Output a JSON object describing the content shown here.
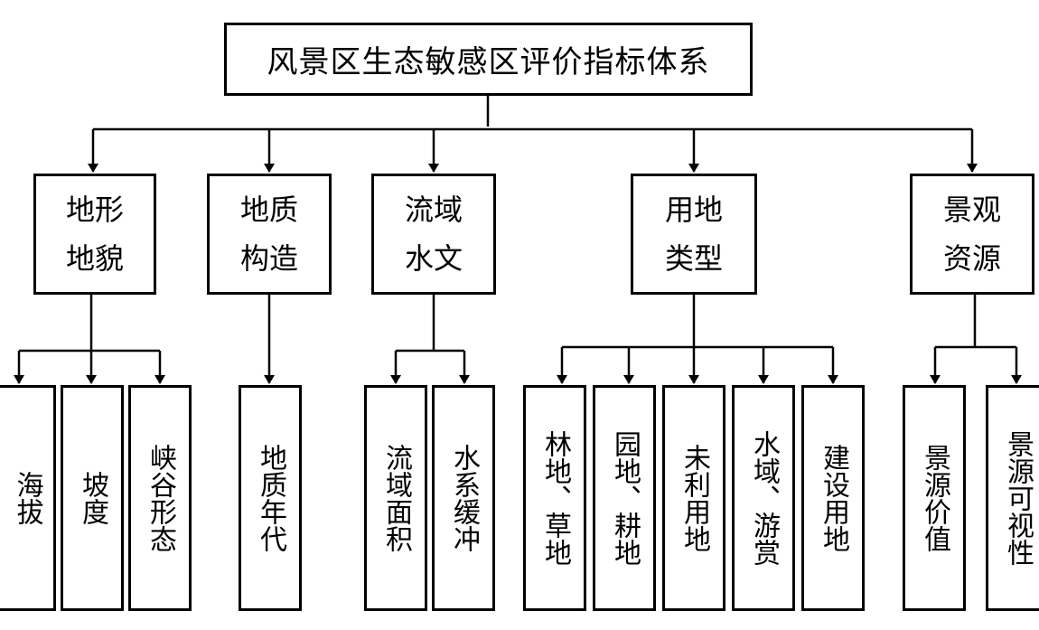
{
  "root": {
    "title": "风景区生态敏感区评价指标体系"
  },
  "categories": [
    {
      "id": "terrain",
      "label": "地形\n地貌",
      "children": [
        "海拔",
        "坡度",
        "峡谷形态"
      ]
    },
    {
      "id": "geology",
      "label": "地质\n构造",
      "children": [
        "地质年代"
      ]
    },
    {
      "id": "hydrology",
      "label": "流域\n水文",
      "children": [
        "流域面积",
        "水系缓冲"
      ]
    },
    {
      "id": "landuse",
      "label": "用地\n类型",
      "children": [
        "林地、草地",
        "园地、耕地",
        "未利用地",
        "水域、游赏",
        "建设用地"
      ]
    },
    {
      "id": "landscape",
      "label": "景观\n资源",
      "children": [
        "景源价值",
        "景源可视性"
      ]
    }
  ]
}
